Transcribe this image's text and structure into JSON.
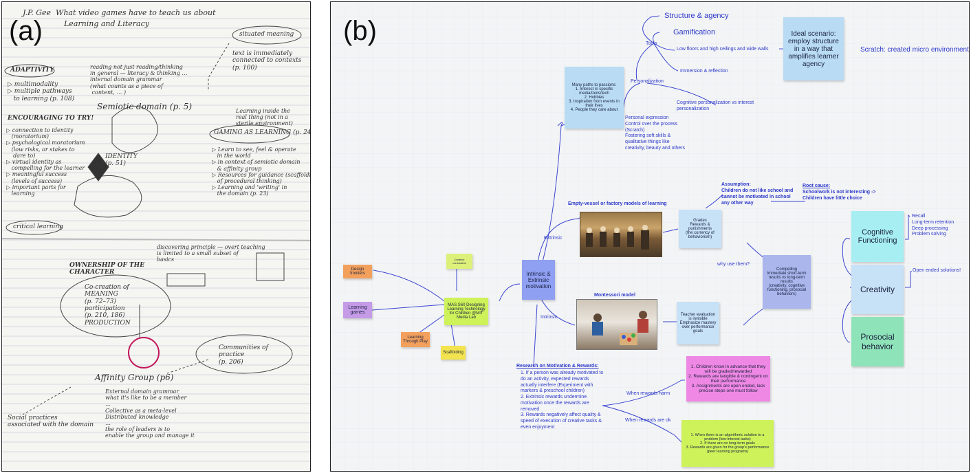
{
  "panel_a": {
    "label": "(a)",
    "title_line1": "J.P. Gee  What video games have to teach us about",
    "title_line2": "Learning and Literacy",
    "notes": {
      "situated_meaning": "situated meaning",
      "text_immediately": "text is immediately\nconnected to contexts\n(p. 100)",
      "adaptivity": "ADAPTIVITY",
      "adaptivity_items": "▷ multimodality\n▷ multiple pathways\n   to learning (p. 108)",
      "encouraging": "ENCOURAGING TO TRY!",
      "encouraging_items": "▷ connection to identity\n   (moratorium)\n▷ psychological moratorium\n   (low risks, or stakes to\n    dare to)\n▷ virtual identity as\n   compelling for the learner\n▷ meaningful success\n   (levels of success)\n▷ important parts for\n   learning",
      "critical_learning": "critical learning",
      "reading_nonstatic": "reading not just reading/thinking\nin general — literacy & thinking …\ninternal domain grammar\n(what counts as a piece of\n content, … )",
      "semiotic_domain": "Semiotic domain (p. 5)",
      "identity": "IDENTITY\n(p. 51)",
      "learning_inside": "Learning inside the\nreal thing (not in a\nsterile environment)",
      "gaming_as_learning": "GAMING AS LEARNING (p. 24)",
      "learn_to_see": "▷ Learn to see, feel & operate\n   in the world\n▷ in context of semiotic domain\n   & affinity group\n▷ Resources for guidance (scaffolding\n   of procedural thinking)\n▷ Learning and 'writing' in\n   the domain (p. 23)",
      "ownership": "OWNERSHIP OF THE\nCHARACTER",
      "discovering": "discovering principle — overt teaching\nis limited to a small subset of\nbasics",
      "co_creation": "Co-creation of\nMEANING\n(p. 72–73)\nparticipation\n(p. 210, 186)\nPRODUCTION",
      "communities": "Communities of\npractice\n(p. 206)",
      "affinity_group": "Affinity Group (p6)",
      "social_practices": "Social practices\nassociated with the domain",
      "bottom_notes": "External domain grammar\nwhat it's like to be a member\n…\nCollective as a meta-level\nDistributed knowledge\n…\nthe role of leaders is to\nenable the group and manage it"
    }
  },
  "panel_b": {
    "label": "(b)",
    "stickies": {
      "ideal_scenario": "Ideal scenario: employ structure in a way that amplifies learner agency",
      "many_paths": "Many paths to passions:\n1. Interest in specific media/tools/tech\n2. Hobbies\n3. Inspiration from events in their lives\n4. People they care about",
      "mas_course": "MAS.S60 Designing Learning Technology for Children @MIT Media Lab",
      "intrinsic_extrinsic": "Intrinsic & Extrinsic motivation",
      "design_frontiers": "Design frontiers",
      "learning_games": "Learning games",
      "learning_through_play": "Learning Through Play",
      "scaffolding": "Scaffolding",
      "creative_constraints": "Creative constraints",
      "grades_rewards": "Grades\nRewards & punishments\n(the currency of behaviorism)",
      "teacher_evaluation": "Teacher evaluation is invisible\nEmphasize mastery over performance goals",
      "compelling": "Compelling\nImmediate short-term results vs long-term results\n(creativity, cognitive functioning, prosocial behaviors)",
      "cognitive_functioning": "Cognitive Functioning",
      "creativity": "Creativity",
      "prosocial": "Prosocial behavior",
      "rewards_harm": "1. Children know in advance that they will be graded/rewarded\n2. Rewards are tangible & contingent on their performance\n3. Assignments are open ended, lack precise steps one must follow",
      "rewards_ok": "1. When there is an algorithmic solution to a problem (low-interest tasks)\n2. If there are no long-term goals\n3. Rewards are given for the group's performance (peer learning programs)"
    },
    "text": {
      "structure_agency": "Structure & agency",
      "gamification": "Gamification",
      "tools": "Tools",
      "low_floors": "Low floors and high ceilings and wide walls",
      "immersion": "Immersion & reflection",
      "personalization": "Personalization",
      "cognitive_personalization": "Cognitive personalization vs interest personalization",
      "scratch": "Scratch: created micro environments",
      "personal_expression": "Personal expression\nControl over the process (Scratch)\nFostering soft skills & qualitative things like creativity, beauty and others",
      "assumption_title": "Assumption:",
      "assumption_body": "Children do not like school and cannot be motivated in school any other way",
      "root_cause_title": "Root cause:",
      "root_cause_body": "Schoolwork is not interesting -> Children have little choice",
      "empty_vessel": "Empty-vessel or factory models of learning",
      "extrinsic": "Extrinsic",
      "intrinsic": "Intrinsic",
      "montessori": "Montessori model",
      "why_use_them": "why use them?",
      "recall": "Recall\nLong-term retention\nDeep processing\nProblem solving",
      "open_ended": "Open ended solutions!",
      "research_title": "Research on Motivation & Rewards:",
      "research_body": "1. If a person was already motivated to do an activity, expected rewards actually interfere (Experiment with markers & preschool children)\n2. Extrinsic rewards undermine motivation once the rewards are removed\n3. Rewards negatively affect quality & speed of execution of creative tasks & even enjoyment",
      "when_harm": "When rewards harm",
      "when_ok": "When rewards are ok"
    },
    "colors": {
      "sticky_blue": "#b9dcf4",
      "sticky_indigo": "#8f9ff2",
      "sticky_navy": "#aab6ec",
      "sticky_cyan": "#a6eef2",
      "sticky_light_blue": "#c7e1f7",
      "sticky_green": "#8fe3b8",
      "sticky_pink": "#ef88e4",
      "sticky_lime": "#cef25a",
      "sticky_orange": "#f2a05c",
      "sticky_purple": "#c59be8",
      "sticky_yellow_green": "#ddf07a",
      "sticky_yellow": "#f3e34e",
      "line_blue": "#3a46d0"
    }
  }
}
